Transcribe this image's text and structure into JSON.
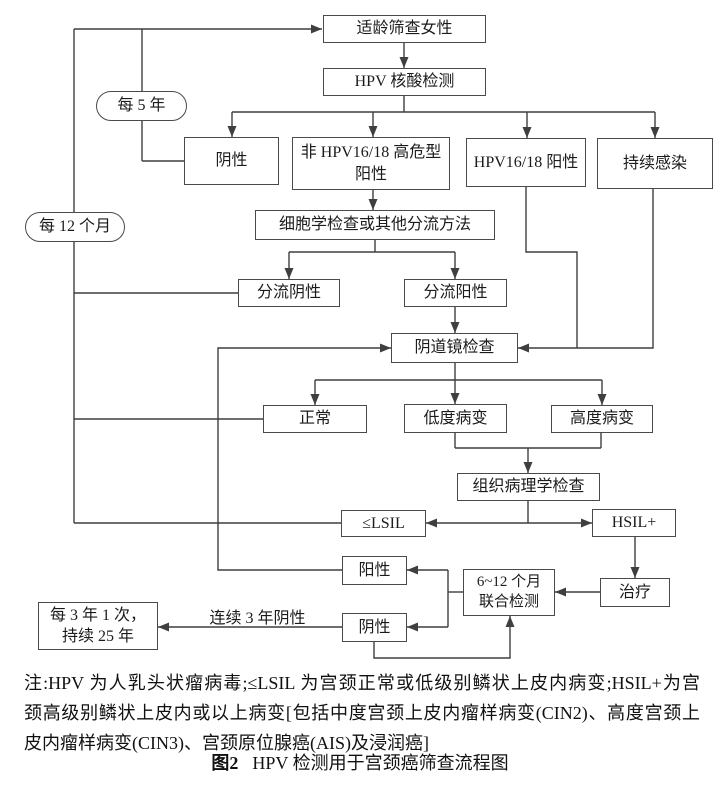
{
  "nodes": {
    "screening": {
      "label": "适龄筛查女性"
    },
    "hpv_test": {
      "label": "HPV 核酸检测"
    },
    "negative": {
      "label": "阴性"
    },
    "non_hpv1618": {
      "label": "非 HPV16/18 高危型\n阳性"
    },
    "hpv1618_positive": {
      "label": "HPV16/18 阳性"
    },
    "persistent_infection": {
      "label": "持续感染"
    },
    "every_5_years": {
      "label": "每 5 年"
    },
    "every_12_months": {
      "label": "每 12 个月"
    },
    "cytology_triage": {
      "label": "细胞学检查或其他分流方法"
    },
    "triage_negative": {
      "label": "分流阴性"
    },
    "triage_positive": {
      "label": "分流阳性"
    },
    "colposcopy": {
      "label": "阴道镜检查"
    },
    "normal": {
      "label": "正常"
    },
    "low_grade_lesion": {
      "label": "低度病变"
    },
    "high_grade_lesion": {
      "label": "高度病变"
    },
    "histopathology": {
      "label": "组织病理学检查"
    },
    "lsil_or_less": {
      "label": "≤LSIL"
    },
    "hsil_plus": {
      "label": "HSIL+"
    },
    "positive": {
      "label": "阳性"
    },
    "cotest_6_12_months": {
      "label": "6~12 个月\n联合检测"
    },
    "treatment": {
      "label": "治疗"
    },
    "negative_result": {
      "label": "阴性"
    },
    "every_3_years": {
      "label": "每 3 年 1 次，\n持续 25 年"
    }
  },
  "edge_labels": {
    "consecutive_negative": "连续 3 年阴性"
  },
  "note": {
    "line1": "注:HPV 为人乳头状瘤病毒;≤LSIL 为宫颈正常或低级别鳞状上皮内病变;HSIL+为宫",
    "line2": "颈高级别鳞状上皮内或以上病变[包括中度宫颈上皮内瘤样病变(CIN2)、高度宫颈上",
    "line3": "皮内瘤样病变(CIN3)、宫颈原位腺癌(AIS)及浸润癌]"
  },
  "caption": {
    "prefix": "图2",
    "text": "HPV 检测用于宫颈癌筛查流程图"
  },
  "colors": {
    "line": "#3f3f3f",
    "border": "#4a4a4a",
    "text": "#1b1b1b",
    "background": "#ffffff"
  }
}
